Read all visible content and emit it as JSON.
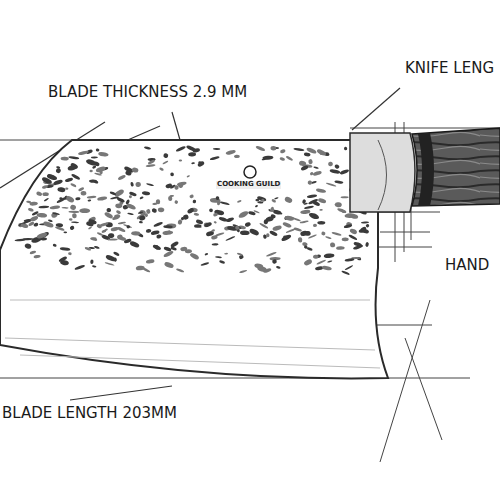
{
  "diagram": {
    "labels": [
      "KNIFE LENG",
      "BLADE THICKNESS 2.9 MM",
      "COOKING GUILD",
      "HAND",
      "BLADE LENGTH 203MM"
    ]
  }
}
